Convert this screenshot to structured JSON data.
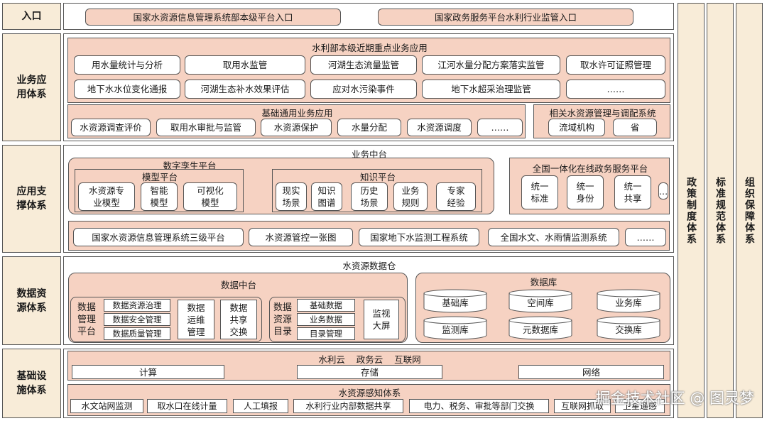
{
  "rows": {
    "entry": "入口",
    "business": "业务应\n用体系",
    "support": "应用支\n撑体系",
    "data": "数据资\n源体系",
    "infra": "基础设\n施体系"
  },
  "entry": {
    "left": "国家水资源信息管理系统部本级平台入口",
    "right": "国家政务服务平台水利行业监管入口"
  },
  "business": {
    "key_title": "水利部本级近期重点业务应用",
    "key_row1": [
      "用水量统计与分析",
      "取用水监管",
      "河湖生态流量监管",
      "江河水量分配方案落实监管",
      "取水许可证照管理"
    ],
    "key_row2": [
      "地下水水位变化通报",
      "河湖生态补水效果评估",
      "应对水污染事件",
      "地下水超采治理监管",
      "……"
    ],
    "base_title": "基础通用业务应用",
    "base_items": [
      "水资源调查评价",
      "取用水审批与监管",
      "水资源保护",
      "水量分配",
      "水资源调度",
      "……"
    ],
    "related_title": "相关水资源管理与调配系统",
    "related_items": [
      "流域机构",
      "省"
    ]
  },
  "support": {
    "middle_title": "业务中台",
    "twin_title": "数字孪生平台",
    "model_title": "模型平台",
    "model_items": [
      "水资源专\n业模型",
      "智能\n模型",
      "可视化\n模型"
    ],
    "knowledge_title": "知识平台",
    "knowledge_items": [
      "现实\n场景",
      "知识\n图谱",
      "历史\n场景",
      "业务\n规则",
      "专家\n经验"
    ],
    "gov_title": "全国一体化在线政务服务平台",
    "gov_items": [
      "统一\n标准",
      "统一\n身份",
      "统一\n共享",
      "…"
    ],
    "systems": [
      "国家水资源信息管理系统三级平台",
      "水资源管控一张图",
      "国家地下水监测工程系统",
      "全国水文、水雨情监测系统",
      "……"
    ]
  },
  "data": {
    "warehouse_title": "水资源数据仓",
    "dmp_title": "数据中台",
    "mgmt_label": "数据\n管理\n平台",
    "mgmt_items": [
      "数据资源治理",
      "数据安全管理",
      "数据质量管理"
    ],
    "ops": "数据\n运维\n管理",
    "share": "数据\n共享\n交换",
    "catalog_label": "数据\n资源\n目录",
    "catalog_items": [
      "基础数据",
      "业务数据",
      "目录管理"
    ],
    "monitor": "监视\n大屏",
    "db_title": "数据库",
    "dbs": [
      "基础库",
      "空间库",
      "业务库",
      "监测库",
      "元数据库",
      "交换库"
    ]
  },
  "infra": {
    "cloud_title": "水利云    政务云    互联网",
    "cloud_items": [
      "计算",
      "存储",
      "网络"
    ],
    "sense_title": "水资源感知体系",
    "sense_items": [
      "水文站网监测",
      "取水口在线计量",
      "人工填报",
      "水利行业内部数据共享",
      "电力、税务、审批等部门交换",
      "互联网抓取",
      "卫星遥感"
    ]
  },
  "side": [
    "政策制度体系",
    "标准规范体系",
    "组织保障体系"
  ],
  "watermark": "掘金技术社区 @ 图灵梦"
}
